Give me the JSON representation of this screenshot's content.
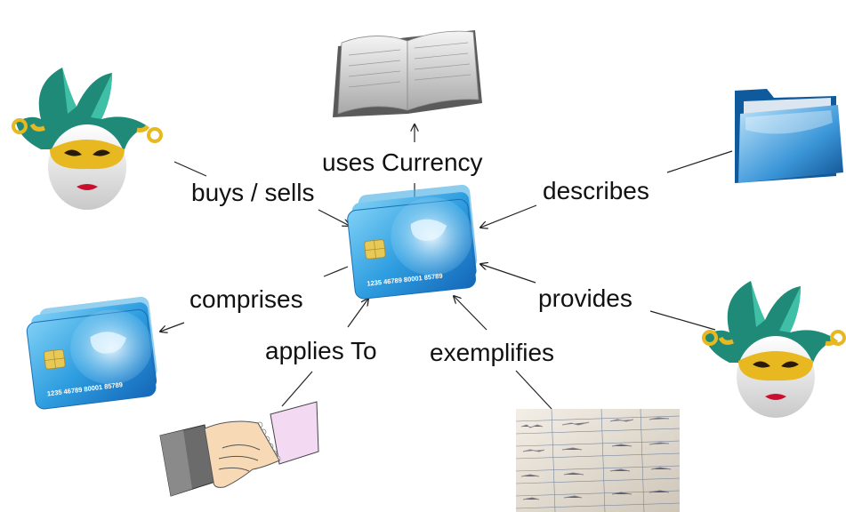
{
  "diagram": {
    "nodes": {
      "center_card": {
        "card_number": "1235 46789 80001 85789"
      },
      "member_card": {
        "card_number": "1235 46789 80001 85789"
      },
      "top_book": {},
      "folder": {},
      "mask_left": {},
      "mask_right": {},
      "handshake": {},
      "ledger": {}
    },
    "edges": {
      "buys_sells": "buys / sells",
      "uses_currency": "uses Currency",
      "describes": "describes",
      "comprises": "comprises",
      "provides": "provides",
      "applies_to": "applies To",
      "exemplifies": "exemplifies"
    },
    "colors": {
      "card_blue": "#3aa6e0",
      "mask_green": "#1f8a78",
      "mask_gold": "#e8b820",
      "folder_blue": "#2c86c8",
      "book_grey": "#bdbdbd",
      "line": "#222222"
    },
    "icons": [
      "credit-card-icon",
      "book-icon",
      "folder-icon",
      "jester-mask-icon",
      "handshake-icon",
      "ledger-icon"
    ]
  }
}
